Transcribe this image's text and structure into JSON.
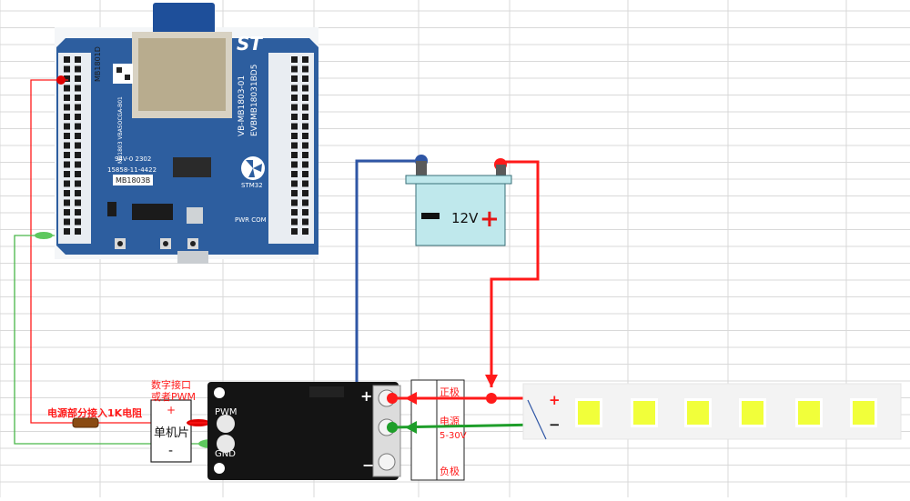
{
  "battery": {
    "voltage": "12V",
    "minus": "−",
    "plus": "+"
  },
  "mcu_board": {
    "module_marks": [
      "VB-MB1803-01",
      "EVBMB18031BD5"
    ],
    "small_marks": [
      "MB1803 VBA5OCGA-B01",
      "94V-0 2302",
      "15858-11-4422",
      "MB1803B"
    ],
    "side_tag": "MB1801D",
    "brand": "ST",
    "mcu_label": "STM32",
    "labels": [
      "PWR COM"
    ]
  },
  "mcu_block": {
    "title": "单机片",
    "plus": "+",
    "minus": "-"
  },
  "annotations": {
    "interface": "数字接口",
    "or_pwm": "或者PWM",
    "resistor_note": "电源部分接入1K电阻"
  },
  "driver_module": {
    "pins_left": [
      "PWM",
      "GND"
    ],
    "marks_right": [
      "+",
      "−"
    ],
    "power_labels": [
      "正极",
      "电源",
      "5-30V",
      "负极"
    ]
  },
  "led_strip": {
    "plus": "+",
    "minus": "−"
  },
  "colors": {
    "positive_wire": "#ff1a1a",
    "negative_wire": "#1e9e2a",
    "battery_wire": "#2f56a5",
    "battery_body": "#bfe8ec",
    "led": "#f1ff3a"
  }
}
